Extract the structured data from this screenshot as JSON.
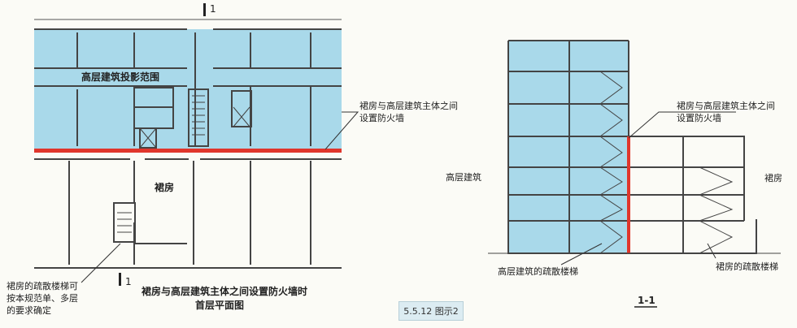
{
  "plan": {
    "high_rise_area_label": "高层建筑投影范围",
    "podium_label": "裙房",
    "firewall_note_line1": "裙房与高层建筑主体之间",
    "firewall_note_line2": "设置防火墙",
    "stair_note_line1": "裙房的疏散楼梯可",
    "stair_note_line2": "按本规范单、多层",
    "stair_note_line3": "的要求确定",
    "section_mark_top": "1",
    "section_mark_bottom": "1",
    "caption_line1": "裙房与高层建筑主体之间设置防火墙时",
    "caption_line2": "首层平面图"
  },
  "figure_tag": "5.5.12 图示2",
  "section": {
    "high_rise_label": "高层建筑",
    "podium_label": "裙房",
    "firewall_note_line1": "裙房与高层建筑主体之间",
    "firewall_note_line2": "设置防火墙",
    "high_rise_stair_label": "高层建筑的疏散楼梯",
    "podium_stair_label": "裙房的疏散楼梯",
    "section_name": "1-1"
  },
  "colors": {
    "high_rise_fill": "#a9d9ea",
    "firewall": "#e0362c",
    "wall": "#444444",
    "background": "#fbfbf6"
  }
}
